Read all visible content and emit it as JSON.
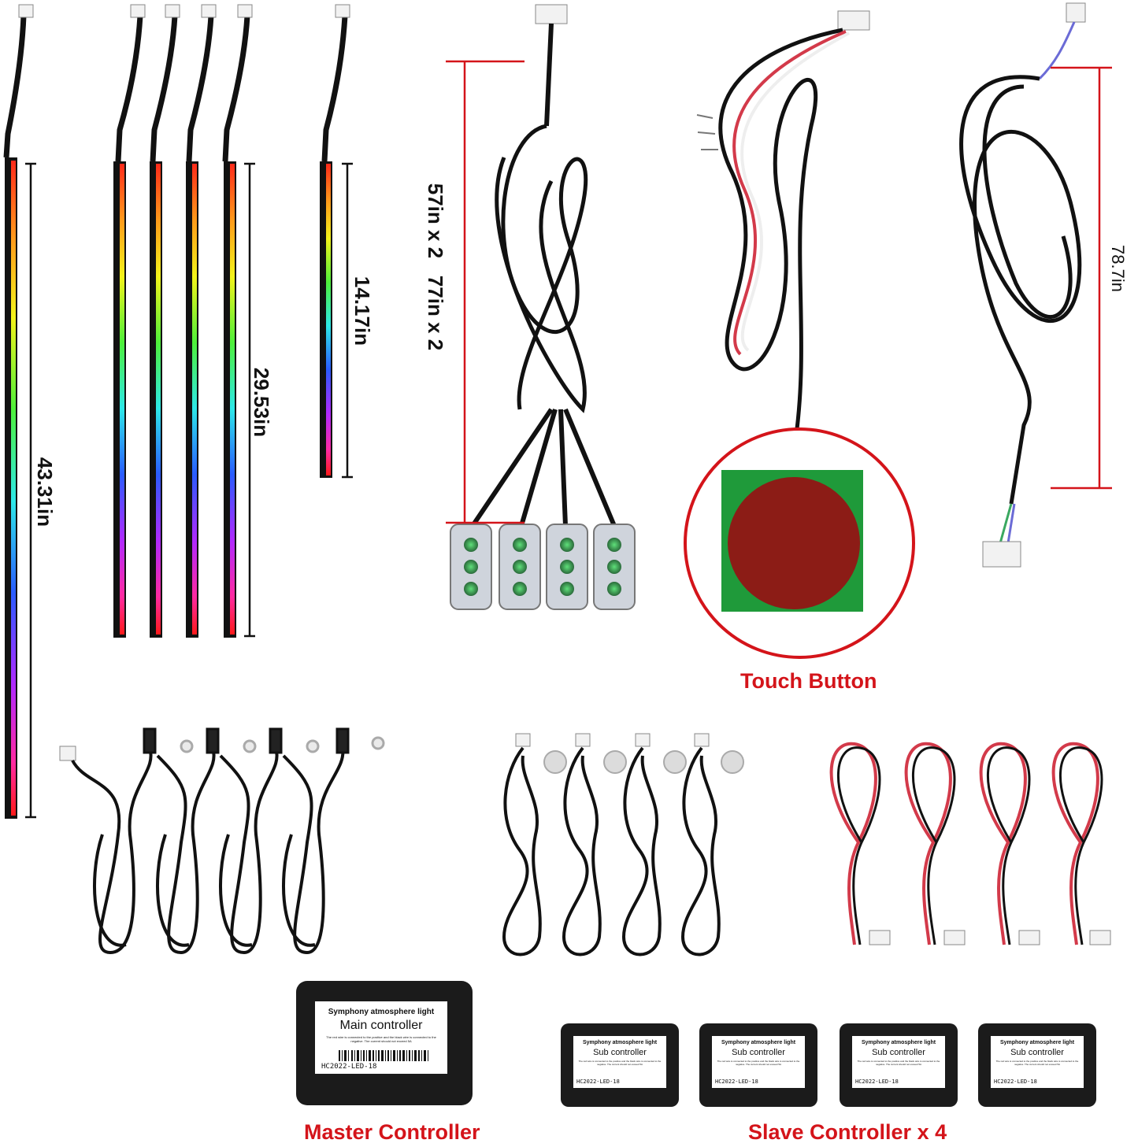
{
  "colors": {
    "dimension_line": "#d4141a",
    "callout_text": "#d4141a",
    "cable": "#111111",
    "pcb_green": "#1f9a3a",
    "adhesive_pad": "#8c1c16",
    "wire_red": "#d33a4a"
  },
  "strips": {
    "long_length": "43.31in",
    "medium_length": "29.53in",
    "short_length": "14.17in"
  },
  "harnesses": {
    "led_module_lengths": "57in x 2   77in x 2",
    "extension_length": "78.7in"
  },
  "touch": {
    "label": "Touch Button"
  },
  "controllers": {
    "master_label": "Master Controller",
    "slave_label": "Slave Controller x 4",
    "main_box": {
      "line1": "Symphony atmosphere light",
      "line2": "Main controller",
      "fine_print": "The red wire is connected to the positive and the black wire is connected to the negative. The current should not exceed 5A",
      "model": "HC2022-LED-18"
    },
    "sub_box": {
      "line1": "Symphony atmosphere light",
      "line2": "Sub controller",
      "fine_print": "The red wire is connected to the positive and the black wire is connected to the negative. The current should not exceed 5A",
      "model": "HC2022-LED-18"
    }
  }
}
